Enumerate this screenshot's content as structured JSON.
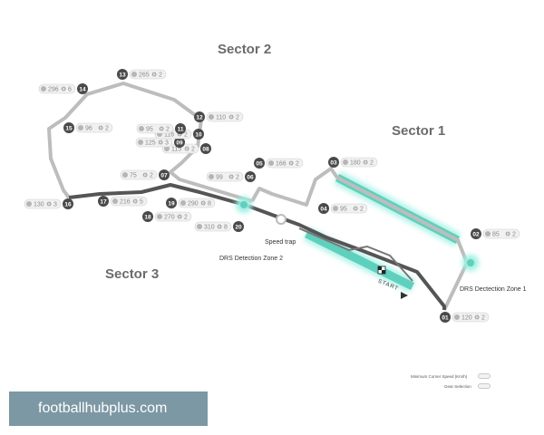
{
  "sectors": [
    {
      "label": "Sector 2"
    },
    {
      "label": "Sector 1"
    },
    {
      "label": "Sector 3"
    }
  ],
  "zones": {
    "drs_zone_2": "DRS Detection Zone 2",
    "drs_zone_1": "DRS Dectection Zone 1",
    "speed_trap": "Speed trap",
    "start": "START"
  },
  "corners": [
    {
      "num": "01",
      "speed": "120",
      "gear": "2"
    },
    {
      "num": "02",
      "speed": "85",
      "gear": "2"
    },
    {
      "num": "03",
      "speed": "180",
      "gear": "2"
    },
    {
      "num": "04",
      "speed": "95",
      "gear": "2"
    },
    {
      "num": "05",
      "speed": "166",
      "gear": "2"
    },
    {
      "num": "06",
      "speed": "99",
      "gear": "2"
    },
    {
      "num": "07",
      "speed": "75",
      "gear": "2"
    },
    {
      "num": "08",
      "speed": "115",
      "gear": "2"
    },
    {
      "num": "09",
      "speed": "125",
      "gear": "3"
    },
    {
      "num": "10",
      "speed": "116",
      "gear": "2"
    },
    {
      "num": "11",
      "speed": "95",
      "gear": "2"
    },
    {
      "num": "12",
      "speed": "110",
      "gear": "2"
    },
    {
      "num": "13",
      "speed": "265",
      "gear": "2"
    },
    {
      "num": "14",
      "speed": "296",
      "gear": "6"
    },
    {
      "num": "15",
      "speed": "96",
      "gear": "2"
    },
    {
      "num": "16",
      "speed": "130",
      "gear": "3"
    },
    {
      "num": "17",
      "speed": "216",
      "gear": "5"
    },
    {
      "num": "18",
      "speed": "270",
      "gear": "2"
    },
    {
      "num": "19",
      "speed": "290",
      "gear": "8"
    },
    {
      "num": "20",
      "speed": "310",
      "gear": "8"
    }
  ],
  "legend": {
    "min_speed": "Minimum Corner Speed (Km/h)",
    "gear": "Gear Selection"
  },
  "watermark": "footballhubplus.com",
  "colors": {
    "track_light": "#bdbdbd",
    "track_dark": "#555555",
    "drs": "#5fd0bd",
    "drs_glow": "#9ef0e2",
    "badge": "#4a4a4a"
  }
}
